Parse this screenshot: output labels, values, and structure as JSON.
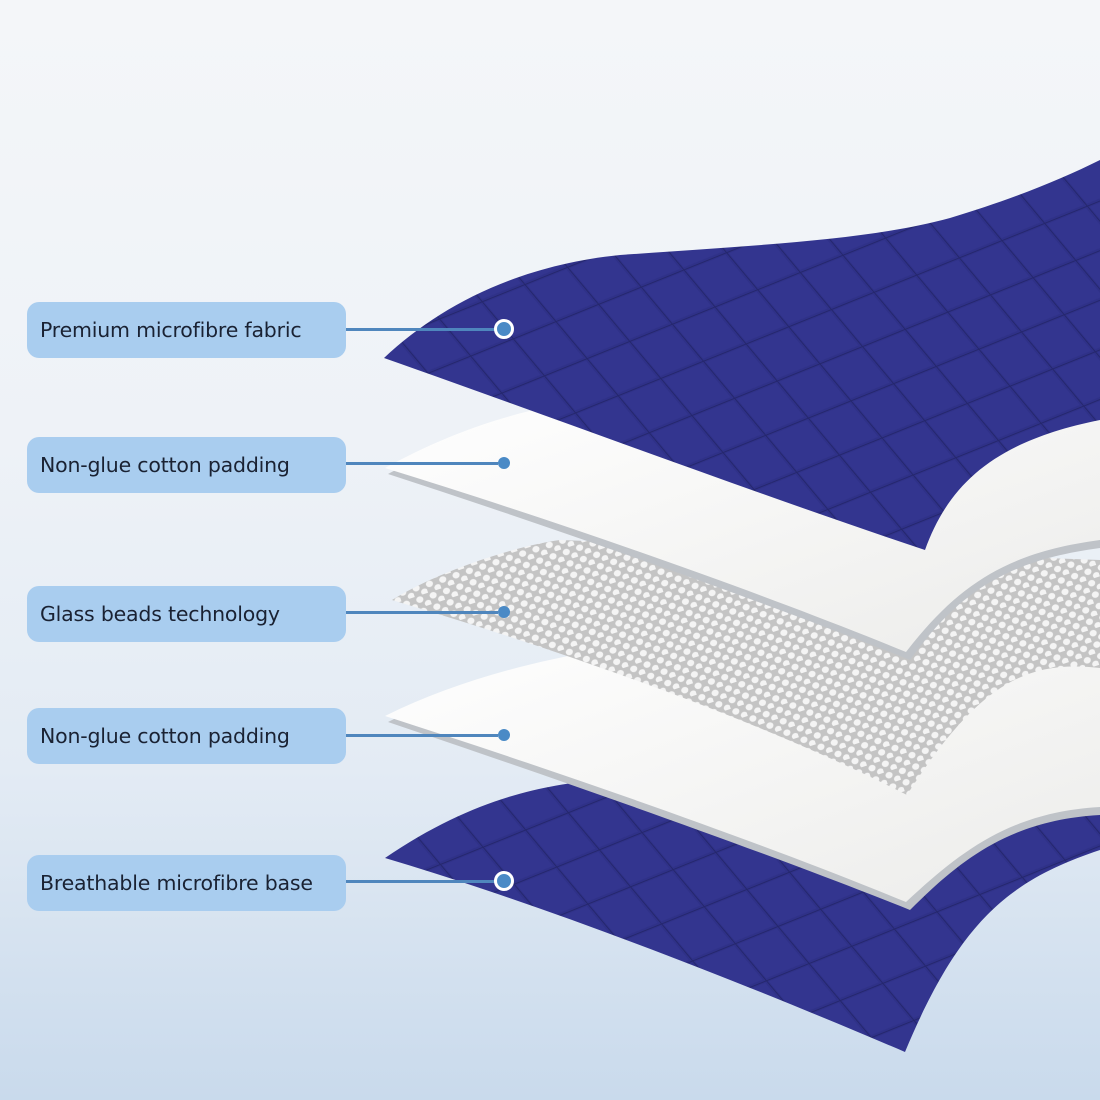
{
  "infographic": {
    "subject": "Weighted blanket layer construction",
    "colors": {
      "background_top": "#f4f6f9",
      "background_bottom": "#c9daec",
      "label_fill": "#a9cdef",
      "label_text": "#1a2233",
      "leader_line": "#4f86bd",
      "marker_dot": "#4a8ac6",
      "navy_fabric": "#2e2f86",
      "cotton_padding": "#f7f7f5",
      "glass_beads": "#d4d4d4"
    },
    "layers": [
      {
        "label": "Premium microfibre fabric",
        "material": "navy quilted microfibre",
        "marker": "ring"
      },
      {
        "label": "Non-glue cotton padding",
        "material": "white cotton padding",
        "marker": "dot"
      },
      {
        "label": "Glass beads technology",
        "material": "glass bead mesh",
        "marker": "dot"
      },
      {
        "label": "Non-glue cotton padding",
        "material": "white cotton padding",
        "marker": "dot"
      },
      {
        "label": "Breathable microfibre base",
        "material": "navy quilted microfibre",
        "marker": "ring"
      }
    ]
  }
}
